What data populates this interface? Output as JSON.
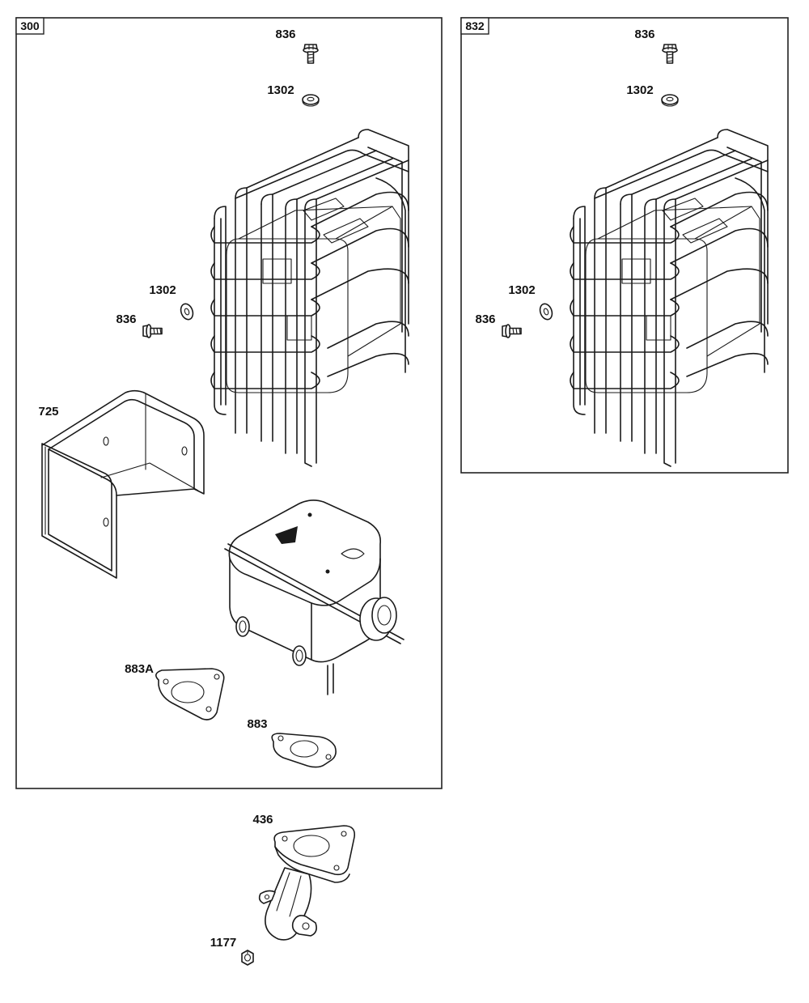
{
  "assemblies": [
    {
      "id": "300",
      "callouts": {
        "bolt_top": "836",
        "washer_top": "1302",
        "washer_side": "1302",
        "bolt_side": "836",
        "heat_shield": "725",
        "gasket_a": "883A",
        "gasket": "883"
      }
    },
    {
      "id": "832",
      "callouts": {
        "bolt_top": "836",
        "washer_top": "1302",
        "washer_side": "1302",
        "bolt_side": "836"
      }
    }
  ],
  "loose_parts": {
    "exhaust_pipe": "436",
    "nut": "1177"
  },
  "colors": {
    "line": "#1a1a1a",
    "background": "#ffffff"
  }
}
